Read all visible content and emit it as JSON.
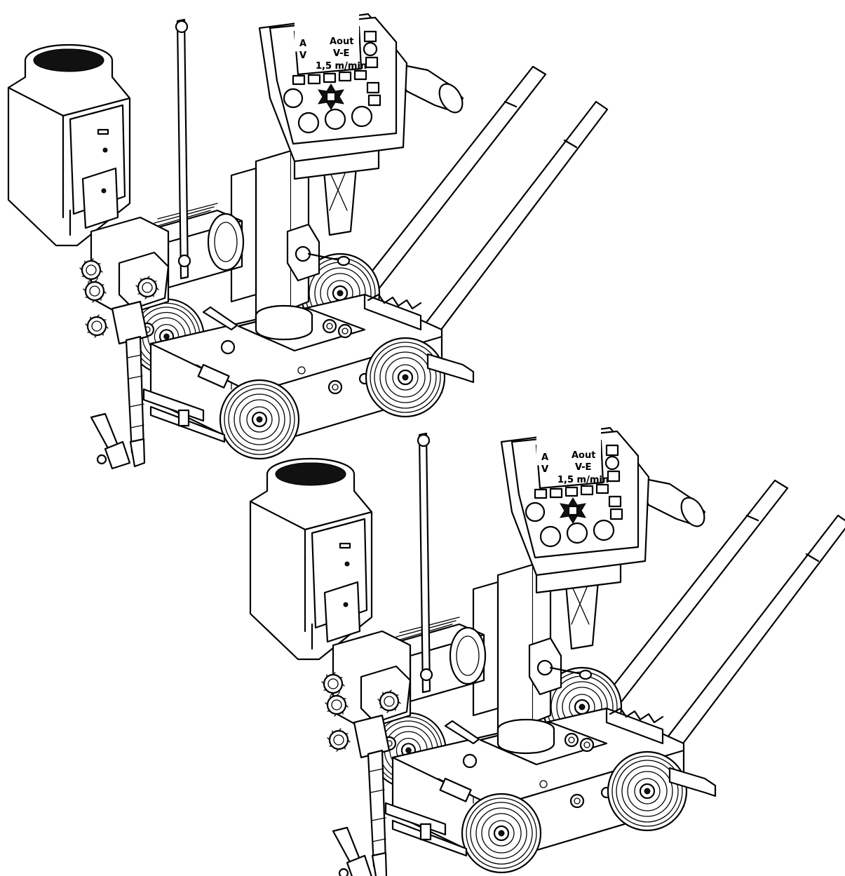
{
  "machine_top": {
    "display": {
      "row1_label": "A",
      "row1_value": "Aout",
      "row2_label": "V",
      "row2_value": "V-E",
      "row3_value": "1,5 m/min"
    }
  },
  "machine_bottom": {
    "display": {
      "row1_label": "A",
      "row1_value": "Aout",
      "row2_label": "V",
      "row2_value": "V-E",
      "row3_value": "1,5 m/min"
    }
  }
}
